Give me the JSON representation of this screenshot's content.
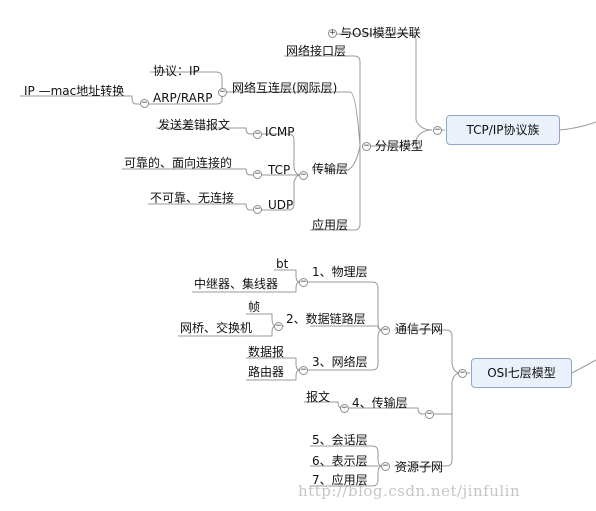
{
  "colors": {
    "line": "#9a9a9a",
    "node_fill": "#eaf1fb",
    "node_border": "#8fa7c8",
    "watermark": "#aaaaaa"
  },
  "tcpip": {
    "root": "TCP/IP协议族",
    "osi_link": "与OSI模型关联",
    "layer_model": "分层模型",
    "network_interface": "网络接口层",
    "internet_layer": "网络互连层(网际层)",
    "protocol_ip": "协议：IP",
    "arp_rarp": "ARP/RARP",
    "ip_mac": "IP —mac地址转换",
    "transport": "传输层",
    "icmp": "ICMP",
    "icmp_desc": "发送差错报文",
    "tcp": "TCP",
    "tcp_desc": "可靠的、面向连接的",
    "udp": "UDP",
    "udp_desc": "不可靠、无连接",
    "application": "应用层"
  },
  "osi": {
    "root": "OSI七层模型",
    "comm_subnet": "通信子网",
    "resource_subnet": "资源子网",
    "physical": "1、物理层",
    "physical_bt": "bt",
    "physical_dev": "中继器、集线器",
    "datalink": "2、数据链路层",
    "datalink_frame": "帧",
    "datalink_dev": "网桥、交换机",
    "network": "3、网络层",
    "network_packet": "数据报",
    "network_dev": "路由器",
    "transport": "4、传输层",
    "transport_msg": "报文",
    "session": "5、会话层",
    "presentation": "6、表示层",
    "application": "7、应用层"
  },
  "toggles": {
    "collapse": "−",
    "expand": "+"
  },
  "watermark": "http://blog.csdn.net/jinfulin"
}
